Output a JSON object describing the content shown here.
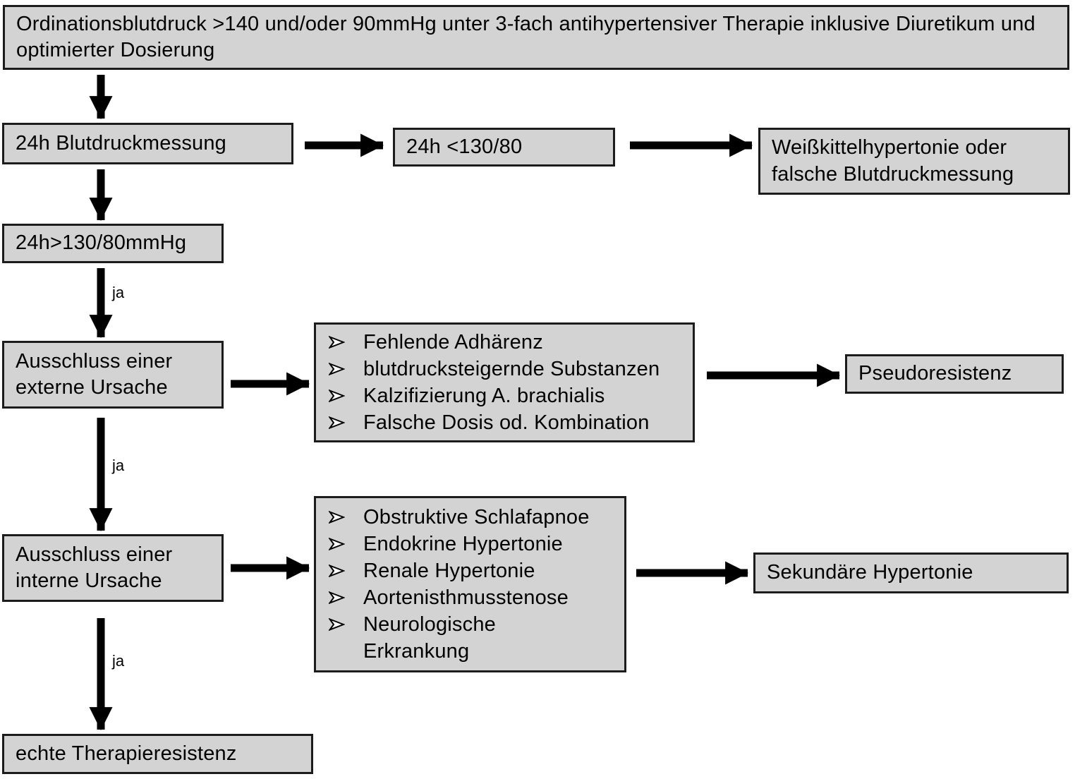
{
  "figure": {
    "type": "flowchart",
    "language": "de",
    "topic": "Abklärung der therapieresistenten Hypertonie"
  },
  "colors": {
    "box_fill": "#d3d3d3",
    "box_border": "#1c1c1c",
    "arrow": "#000000",
    "background": "#ffffff",
    "text": "#000000"
  },
  "nodes": {
    "criteria": {
      "label": "Ordinationsblutdruck >140 und/oder 90mmHg unter 3-fach antihypertensiver Therapie inklusive Diuretikum und optimierter Dosierung"
    },
    "abpm": {
      "label": "24h Blutdruckmessung"
    },
    "abpm_normal": {
      "label": "24h <130/80"
    },
    "white_coat": {
      "label": "Weißkittelhypertonie oder falsche Blutdruckmessung"
    },
    "abpm_high": {
      "label": "24h>130/80mmHg"
    },
    "exclude_external": {
      "label": "Ausschluss einer externe Ursache"
    },
    "external_causes": {
      "items": [
        "Fehlende Adhärenz",
        "blutdrucksteigernde Substanzen",
        "Kalzifizierung A. brachialis",
        "Falsche Dosis od. Kombination"
      ]
    },
    "pseudoresistance": {
      "label": "Pseudoresistenz"
    },
    "exclude_internal": {
      "label": "Ausschluss einer interne Ursache"
    },
    "internal_causes": {
      "items": [
        "Obstruktive Schlafapnoe",
        "Endokrine Hypertonie",
        "Renale Hypertonie",
        "Aortenisthmusstenose",
        "Neurologische Erkrankung"
      ]
    },
    "true_resistance": {
      "label": "echte Therapieresistenz"
    }
  },
  "edge_labels": {
    "ja": "ja"
  },
  "icons": {
    "bullet": "arrowhead-right"
  }
}
